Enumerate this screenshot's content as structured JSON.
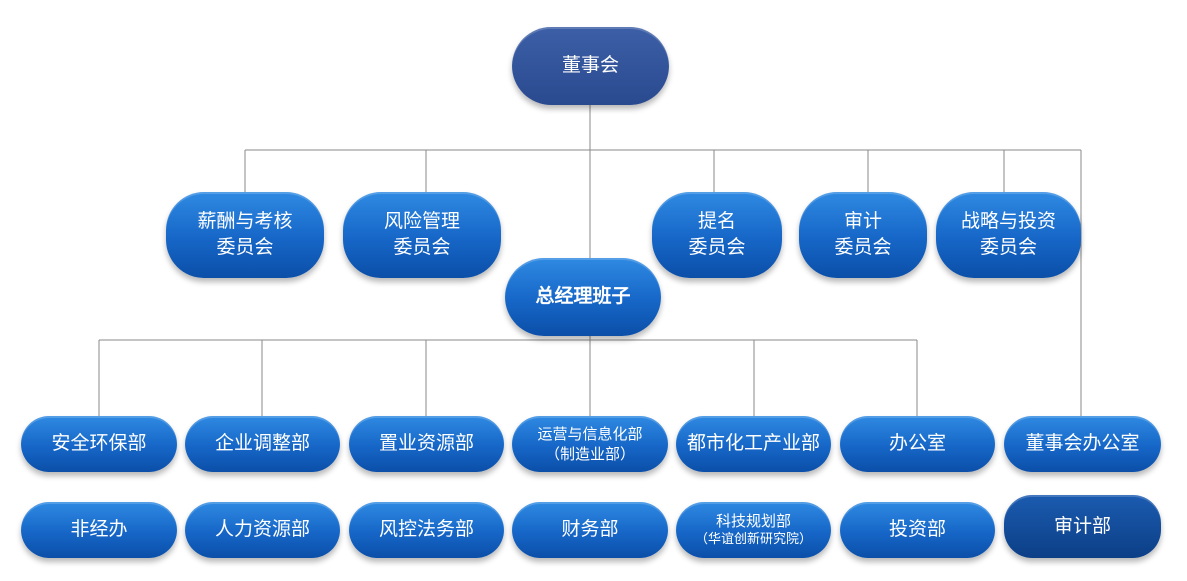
{
  "chart_data": {
    "type": "org-chart",
    "root": {
      "label": "董事会"
    },
    "board_committees": [
      {
        "lines": [
          "薪酬与考核",
          "委员会"
        ]
      },
      {
        "lines": [
          "风险管理",
          "委员会"
        ]
      },
      {
        "lines": [
          "提名",
          "委员会"
        ]
      },
      {
        "lines": [
          "审计",
          "委员会"
        ]
      },
      {
        "lines": [
          "战略与投资",
          "委员会"
        ]
      }
    ],
    "general_manager": {
      "label": "总经理班子"
    },
    "departments_row1": [
      {
        "lines": [
          "安全环保部"
        ]
      },
      {
        "lines": [
          "企业调整部"
        ]
      },
      {
        "lines": [
          "置业资源部"
        ]
      },
      {
        "lines": [
          "运营与信息化部",
          "（制造业部）"
        ]
      },
      {
        "lines": [
          "都市化工产业部"
        ]
      },
      {
        "lines": [
          "办公室"
        ]
      }
    ],
    "departments_row2": [
      {
        "lines": [
          "非经办"
        ]
      },
      {
        "lines": [
          "人力资源部"
        ]
      },
      {
        "lines": [
          "风控法务部"
        ]
      },
      {
        "lines": [
          "财务部"
        ]
      },
      {
        "lines": [
          "科技规划部",
          "（华谊创新研究院）"
        ]
      },
      {
        "lines": [
          "投资部"
        ]
      }
    ],
    "board_office": {
      "label": "董事会办公室"
    },
    "audit_dept": {
      "label": "审计部"
    },
    "colors": {
      "node": "#1666c7",
      "root": "#2f4f98",
      "line": "#8a8a8a"
    }
  }
}
